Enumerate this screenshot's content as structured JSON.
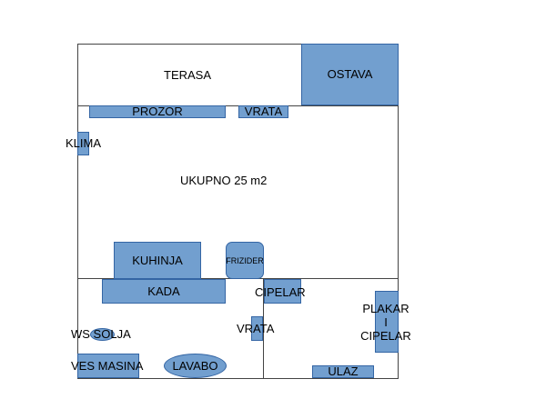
{
  "plan": {
    "terasa": "TERASA",
    "ostava": "OSTAVA",
    "prozor": "PROZOR",
    "vrata_top": "VRATA",
    "klima": "KLIMA",
    "ukupno": "UKUPNO 25 m2",
    "kuhinja": "KUHINJA",
    "frizider": "FRIZIDER",
    "kada": "KADA",
    "cipelar": "CIPELAR",
    "plakar_lines": [
      "PLAKAR",
      "I",
      "CIPELAR"
    ],
    "ws_solja": "WS SOLJA",
    "vrata_bottom": "VRATA",
    "ves_masina": "VES MASINA",
    "lavabo": "LAVABO",
    "ulaz": "ULAZ"
  },
  "colors": {
    "fixture_fill": "#729fcf",
    "fixture_border": "#3465a4",
    "wall": "#444444"
  }
}
